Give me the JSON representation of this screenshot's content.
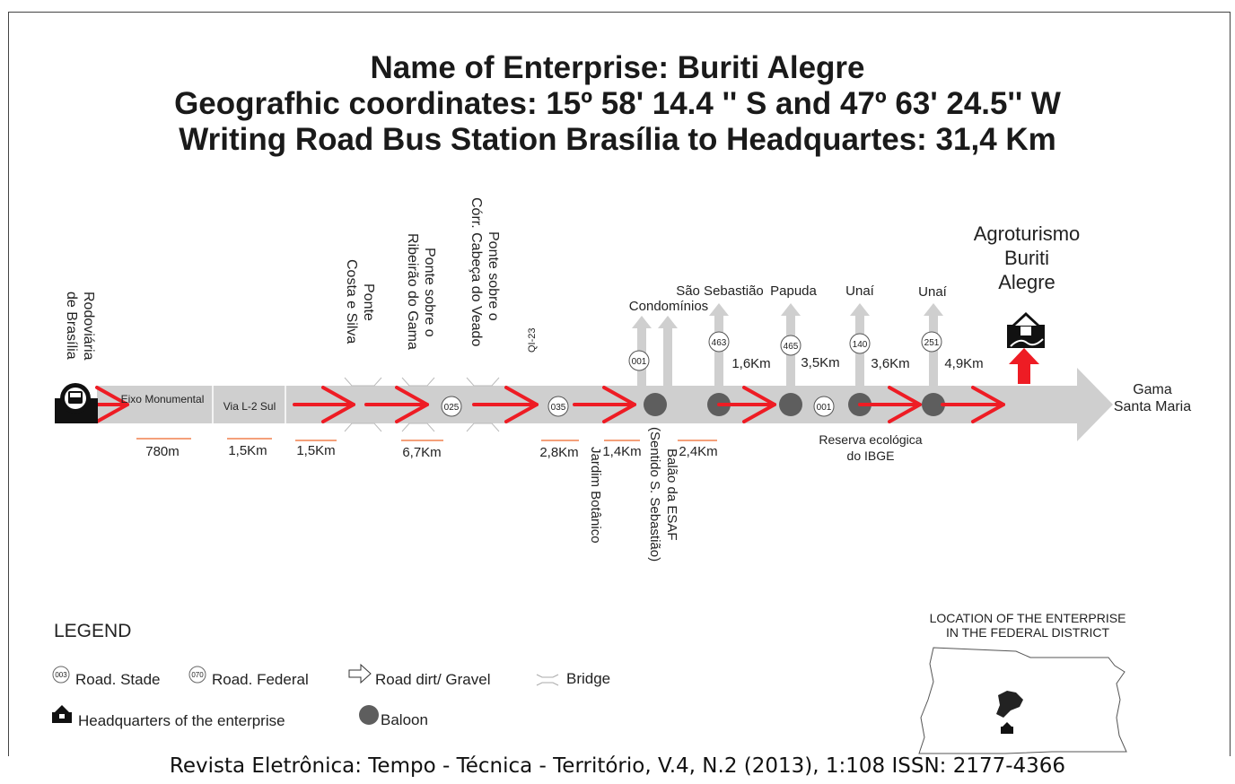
{
  "title": {
    "line1": "Name of Enterprise: Buriti Alegre",
    "line2": "Geografhic coordinates: 15º 58' 14.4 '' S and 47º 63' 24.5'' W",
    "line3": "Writing Road Bus Station Brasília to Headquartes: 31,4 Km"
  },
  "route": {
    "start_line1": "Rodoviária",
    "start_line2": "de Brasília",
    "road1": "Eixo Monumental",
    "road2": "Via L-2 Sul",
    "bridge1_line1": "Ponte",
    "bridge1_line2": "Costa e Silva",
    "bridge2_line1": "Ponte sobre o",
    "bridge2_line2": "Ribeirão do Gama",
    "bridge3_line1": "Ponte sobre o",
    "bridge3_line2": "Córr. Cabeça do Veado",
    "qi": "QI-23",
    "shield_025": "025",
    "shield_035": "035",
    "shield_001a": "001",
    "shield_463": "463",
    "shield_465": "465",
    "shield_001b": "001",
    "shield_140": "140",
    "shield_251": "251",
    "condominios": "Condomínios",
    "sao_sebastiao": "São Sebastião",
    "papuda": "Papuda",
    "unai1": "Unaí",
    "unai2": "Unaí",
    "dest_line1": "Agroturismo",
    "dest_line2": "Buriti",
    "dest_line3": "Alegre",
    "end_line1": "Gama",
    "end_line2": "Santa Maria",
    "jardim": "Jardim Botânico",
    "sentido_line1": "(Sentido S. Sebastião)",
    "esaf_line1": "Balão da ESAF",
    "reserva_line1": "Reserva ecológica",
    "reserva_line2": "do IBGE"
  },
  "distances": {
    "d1": "780m",
    "d2": "1,5Km",
    "d3": "1,5Km",
    "d4": "6,7Km",
    "d5": "2,8Km",
    "d6": "1,4Km",
    "d7": "2,4Km",
    "d8": "1,6Km",
    "d9": "3,5Km",
    "d10": "3,6Km",
    "d11": "4,9Km"
  },
  "legend": {
    "title": "LEGEND",
    "shield_state": "003",
    "state_road": "Road. Stade",
    "shield_federal": "070",
    "federal_road": "Road. Federal",
    "dirt_road": "Road dirt/ Gravel",
    "bridge": "Bridge",
    "headquarters": "Headquarters of the enterprise",
    "baloon": "Baloon"
  },
  "location": {
    "title_line1": "LOCATION OF THE ENTERPRISE",
    "title_line2": "IN THE FEDERAL DISTRICT"
  },
  "citation": "Revista Eletrônica: Tempo - Técnica - Território, V.4, N.2 (2013), 1:108 ISSN: 2177-4366",
  "colors": {
    "road": "#cfcfcf",
    "arrow": "#ee1c24",
    "baloon": "#5e5e5e",
    "distance_underline": "#f4a07a",
    "text": "#222222"
  }
}
